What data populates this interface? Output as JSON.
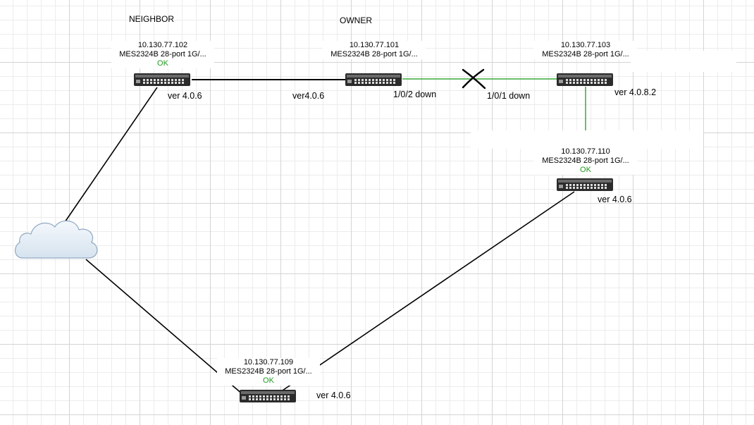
{
  "roles": {
    "neighbor": "NEIGHBOR",
    "owner": "OWNER"
  },
  "nodes": {
    "n102": {
      "ip": "10.130.77.102",
      "model": "MES2324B 28-port 1G/...",
      "status": "OK",
      "version": "ver 4.0.6"
    },
    "n101": {
      "ip": "10.130.77.101",
      "model": "MES2324B 28-port 1G/...",
      "version": "ver4.0.6"
    },
    "n103": {
      "ip": "10.130.77.103",
      "model": "MES2324B 28-port 1G/...",
      "version": "ver 4.0.8.2"
    },
    "n110": {
      "ip": "10.130.77.110",
      "model": "MES2324B 28-port 1G/...",
      "status": "OK",
      "version": "ver 4.0.6"
    },
    "n109": {
      "ip": "10.130.77.109",
      "model": "MES2324B 28-port 1G/...",
      "status": "OK",
      "version": "ver 4.0.6"
    }
  },
  "ports": {
    "p101": "1/0/2 down",
    "p103": "1/0/1 down"
  },
  "colors": {
    "link_ok": "#000000",
    "link_green": "#3aa83a",
    "status_ok": "#1f9a1f",
    "grid": "#d4d4d4"
  },
  "icons": {
    "switch": "network-switch-icon",
    "cloud": "cloud-icon",
    "broken_link": "broken-link-x-icon"
  }
}
